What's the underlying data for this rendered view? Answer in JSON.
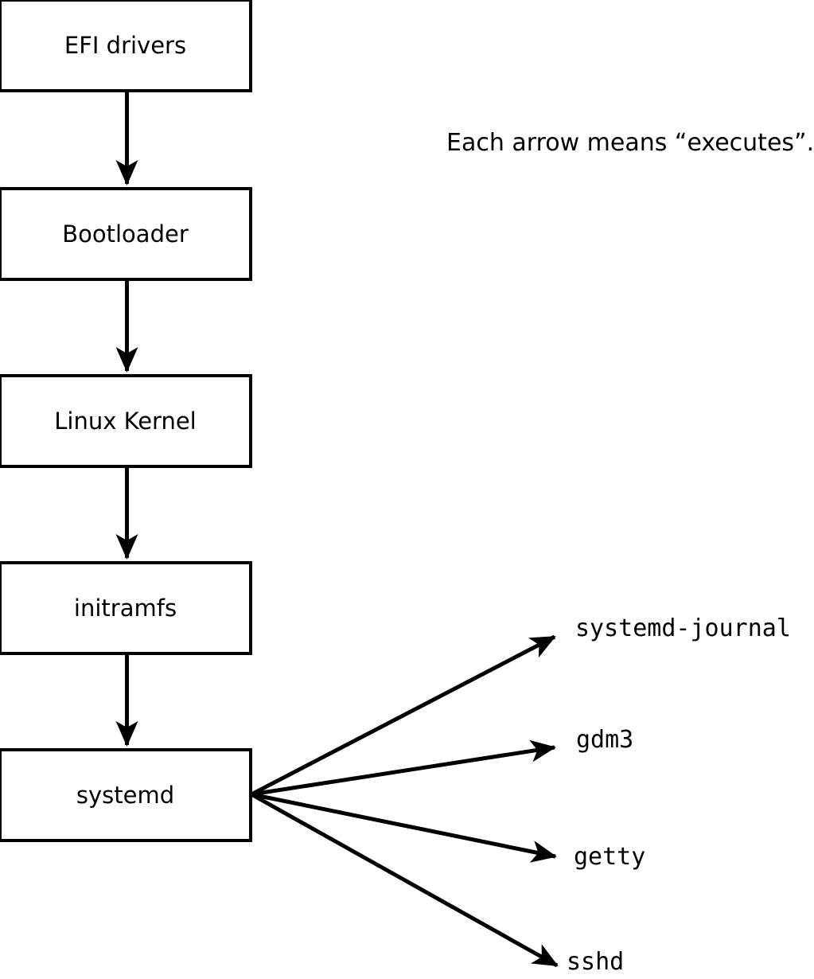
{
  "diagram": {
    "annotation": "Each arrow means “executes”.",
    "arrow_meaning": "executes",
    "boot_chain": [
      {
        "label": "EFI drivers"
      },
      {
        "label": "Bootloader"
      },
      {
        "label": "Linux Kernel"
      },
      {
        "label": "initramfs"
      },
      {
        "label": "systemd"
      }
    ],
    "spawned_processes": [
      {
        "label": "systemd-journal"
      },
      {
        "label": "gdm3"
      },
      {
        "label": "getty"
      },
      {
        "label": "sshd"
      }
    ],
    "edges": [
      {
        "from": "EFI drivers",
        "to": "Bootloader"
      },
      {
        "from": "Bootloader",
        "to": "Linux Kernel"
      },
      {
        "from": "Linux Kernel",
        "to": "initramfs"
      },
      {
        "from": "initramfs",
        "to": "systemd"
      },
      {
        "from": "systemd",
        "to": "systemd-journal"
      },
      {
        "from": "systemd",
        "to": "gdm3"
      },
      {
        "from": "systemd",
        "to": "getty"
      },
      {
        "from": "systemd",
        "to": "sshd"
      }
    ],
    "colors": {
      "stroke": "#000000",
      "box_fill": "#ffffff",
      "text": "#000000",
      "background": "#ffffff"
    }
  }
}
